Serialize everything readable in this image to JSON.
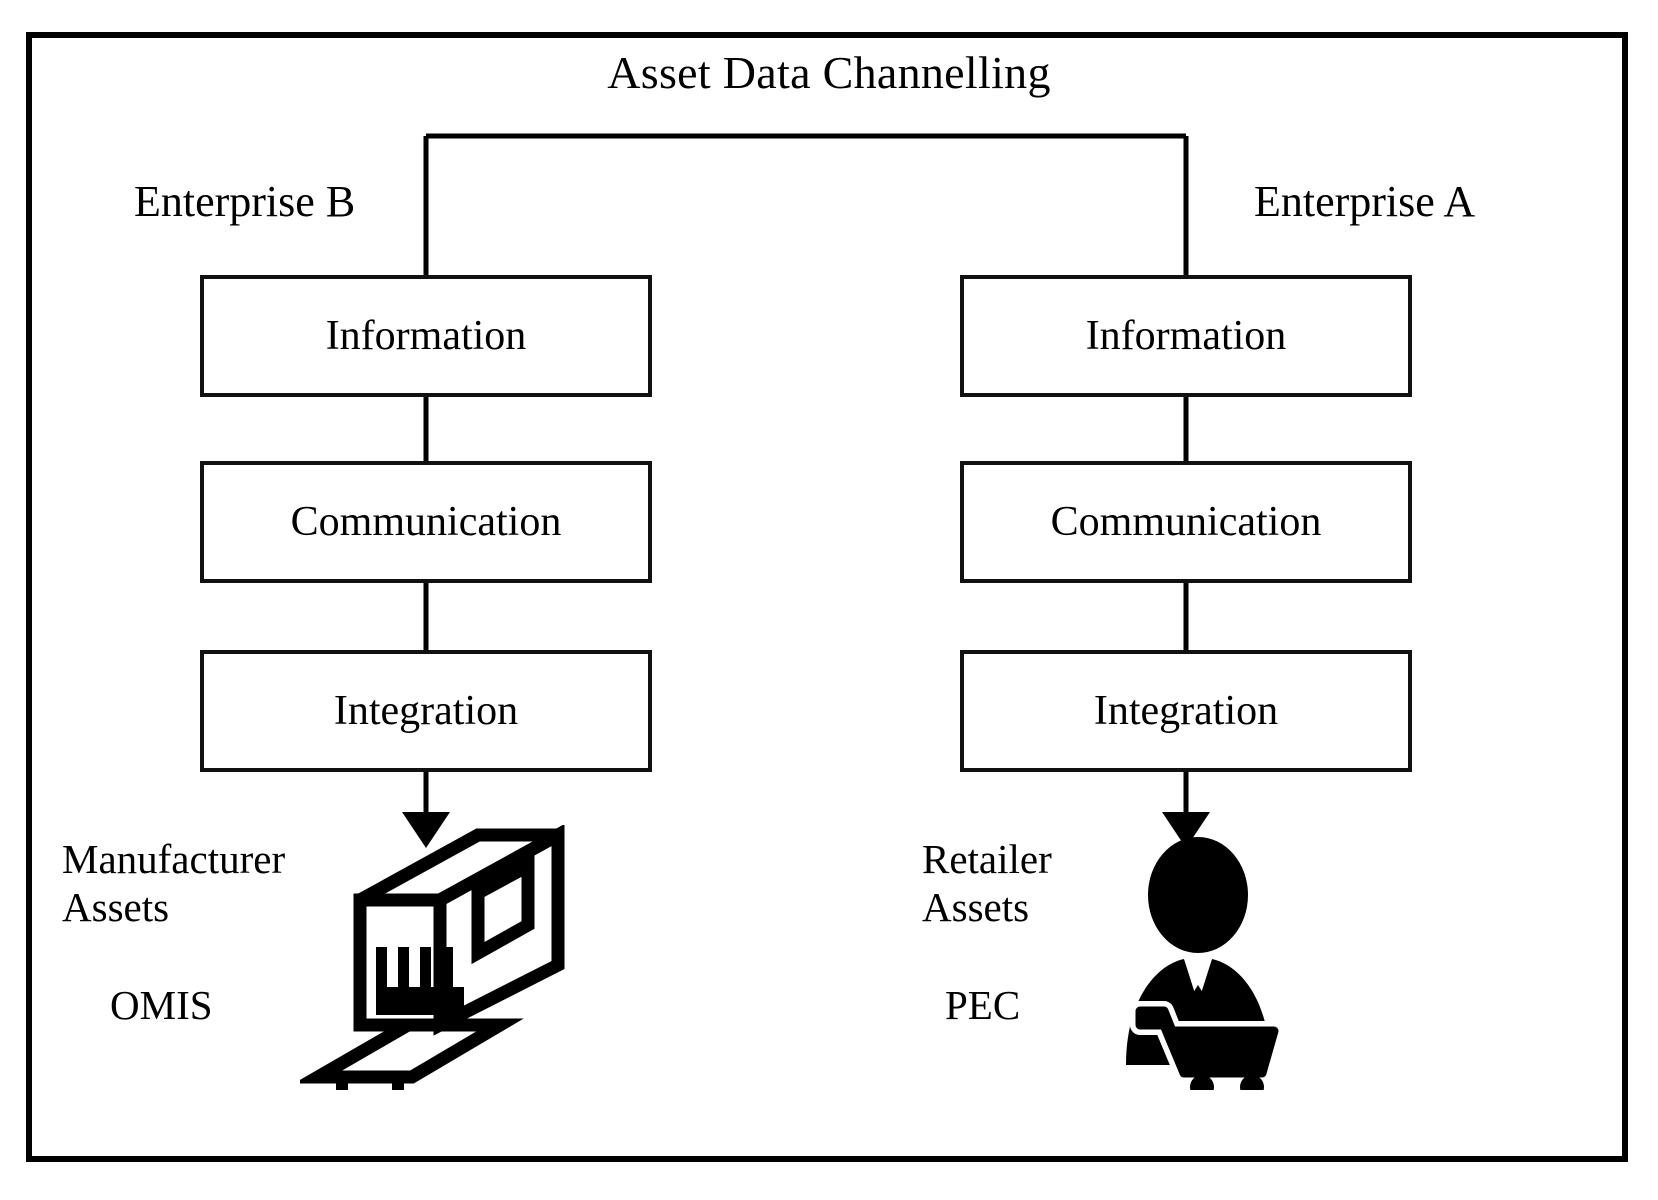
{
  "diagram": {
    "title": "Asset Data Channelling",
    "frame_color": "#000000",
    "background_color": "#ffffff",
    "line_color": "#000000",
    "text_color": "#000000"
  },
  "enterprises": {
    "left": {
      "label": "Enterprise B",
      "layers": [
        {
          "label": "Information"
        },
        {
          "label": "Communication"
        },
        {
          "label": "Integration"
        }
      ],
      "asset_caption": "Manufacturer\nAssets",
      "system_label": "OMIS",
      "icon_name": "factory-machine-icon"
    },
    "right": {
      "label": "Enterprise A",
      "layers": [
        {
          "label": "Information"
        },
        {
          "label": "Communication"
        },
        {
          "label": "Integration"
        }
      ],
      "asset_caption": "Retailer\nAssets",
      "system_label": "PEC",
      "icon_name": "retailer-shopper-icon"
    }
  }
}
